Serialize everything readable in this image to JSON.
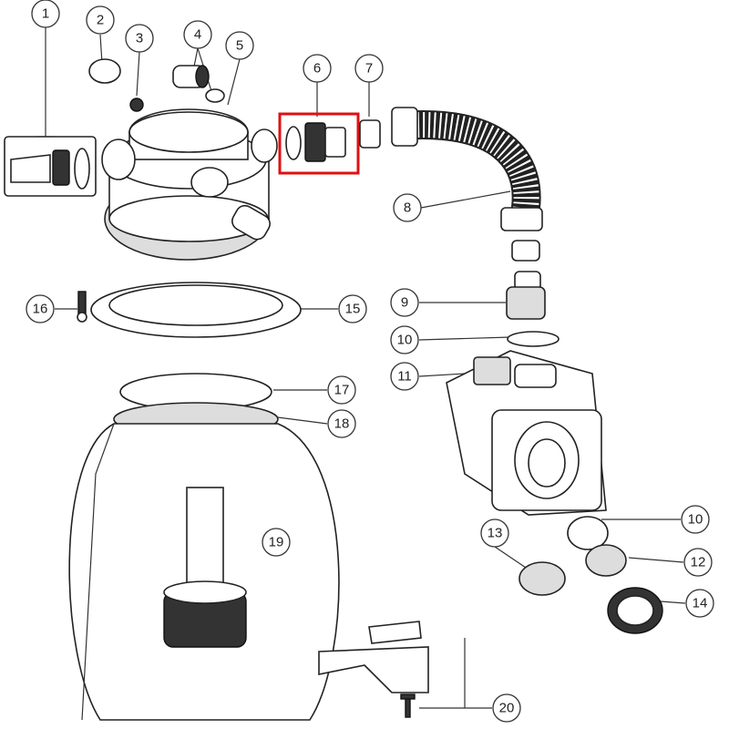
{
  "diagram": {
    "type": "exploded-parts-diagram",
    "highlight_color": "#e01010",
    "highlighted_part": "6",
    "callouts": [
      "1",
      "2",
      "3",
      "4",
      "5",
      "6",
      "7",
      "8",
      "9",
      "10",
      "11",
      "12",
      "13",
      "14",
      "15",
      "16",
      "17",
      "18",
      "19",
      "20",
      "10"
    ]
  }
}
